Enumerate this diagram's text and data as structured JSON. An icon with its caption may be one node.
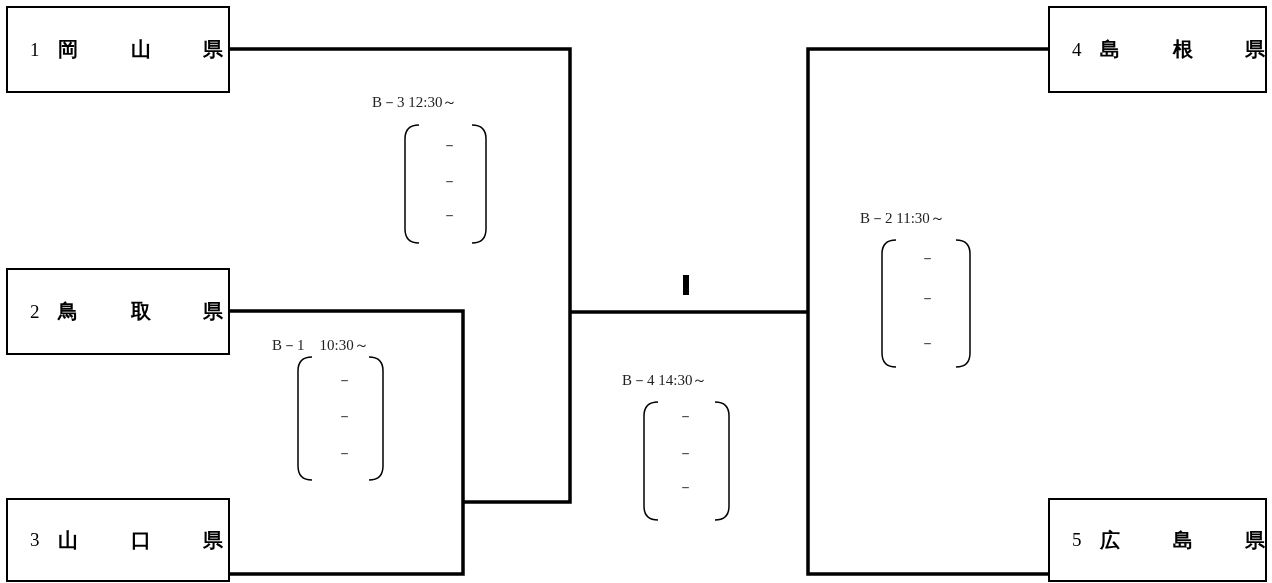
{
  "diagram": {
    "nodes": [
      {
        "text": [
          "1",
          "岡山県"
        ]
      },
      {
        "text": [
          "2",
          "鳥取県"
        ]
      },
      {
        "text": [
          "3",
          "山口県"
        ]
      },
      {
        "text": [
          "4",
          "島根県"
        ]
      },
      {
        "text": [
          "5",
          "広島県"
        ]
      }
    ],
    "edges": [
      {
        "from": 1,
        "to": 2,
        "arrow": "none"
      },
      {
        "from": 3,
        "to": 4,
        "arrow": "none"
      },
      {
        "from": 0,
        "to": null,
        "arrow": "none"
      }
    ],
    "labels": [
      "B－3 12:30～",
      "－",
      "－",
      "－",
      "B－2 11:30～",
      "－",
      "－",
      "－",
      "B－1　10:30～",
      "－",
      "－",
      "－",
      "B－4 14:30～",
      "－",
      "－",
      "－"
    ]
  }
}
